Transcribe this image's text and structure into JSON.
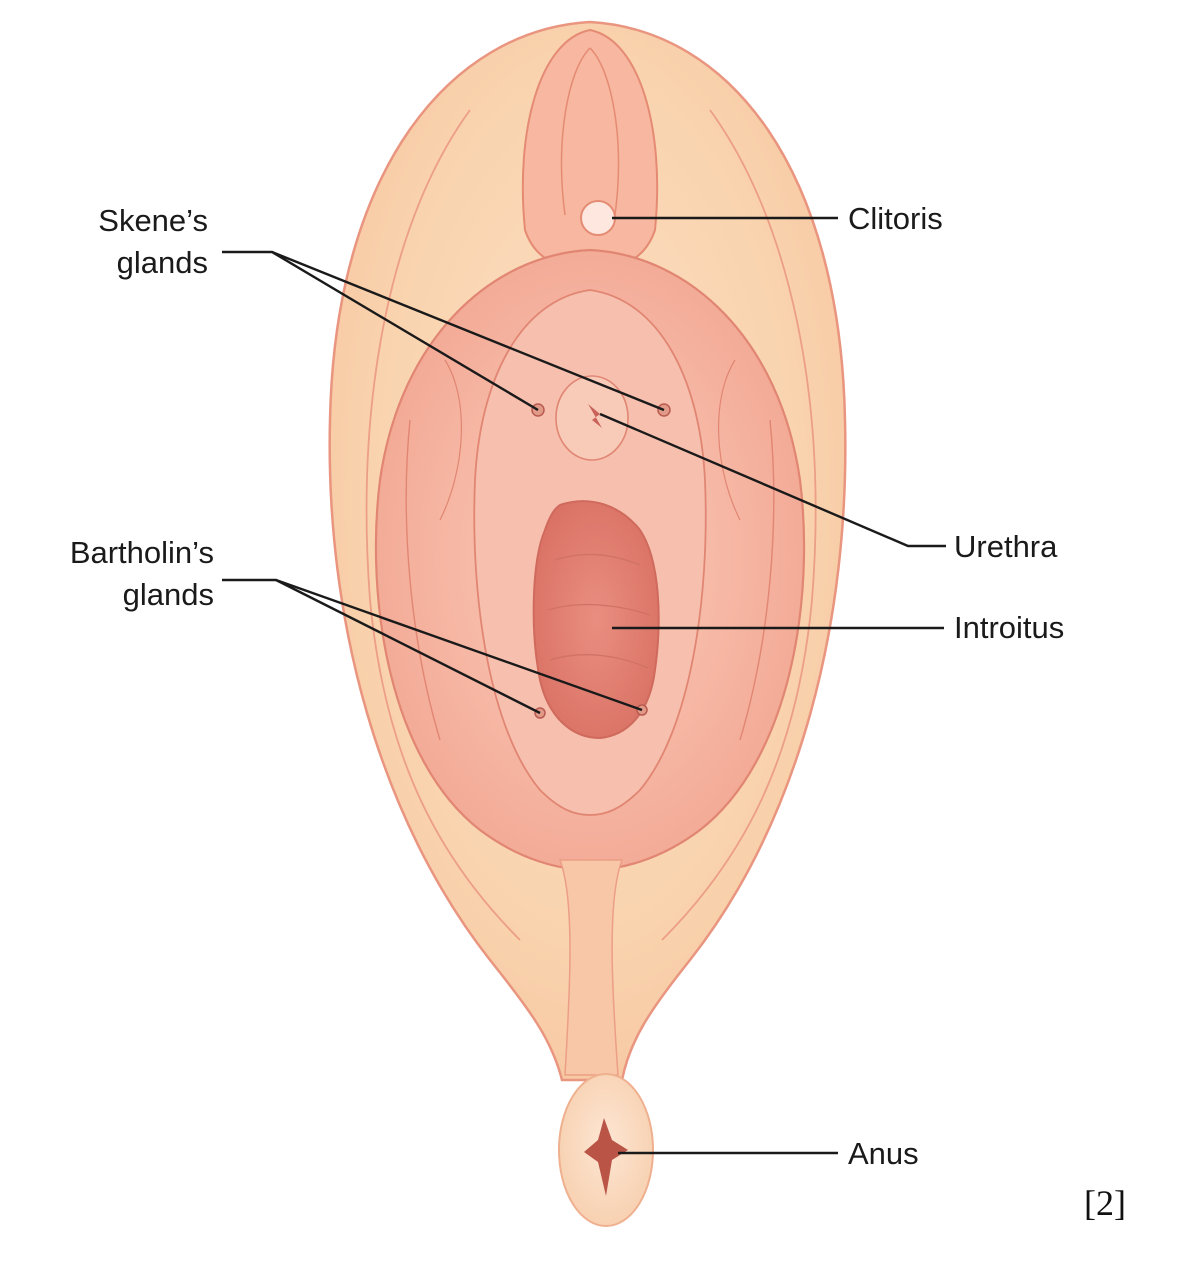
{
  "labels": {
    "skenes_line1": "Skene’s",
    "skenes_line2": "glands",
    "clitoris": "Clitoris",
    "bartholins_line1": "Bartholin’s",
    "bartholins_line2": "glands",
    "urethra": "Urethra",
    "introitus": "Introitus",
    "anus": "Anus"
  },
  "citation": "[2]",
  "colors": {
    "outer_skin": "#f9d3ae",
    "outer_outline": "#e9957f",
    "inner_pink": "#f6b6a2",
    "vestibule": "#f3ad9c",
    "introitus": "#e58679",
    "leader_line": "#1a1a1a"
  }
}
